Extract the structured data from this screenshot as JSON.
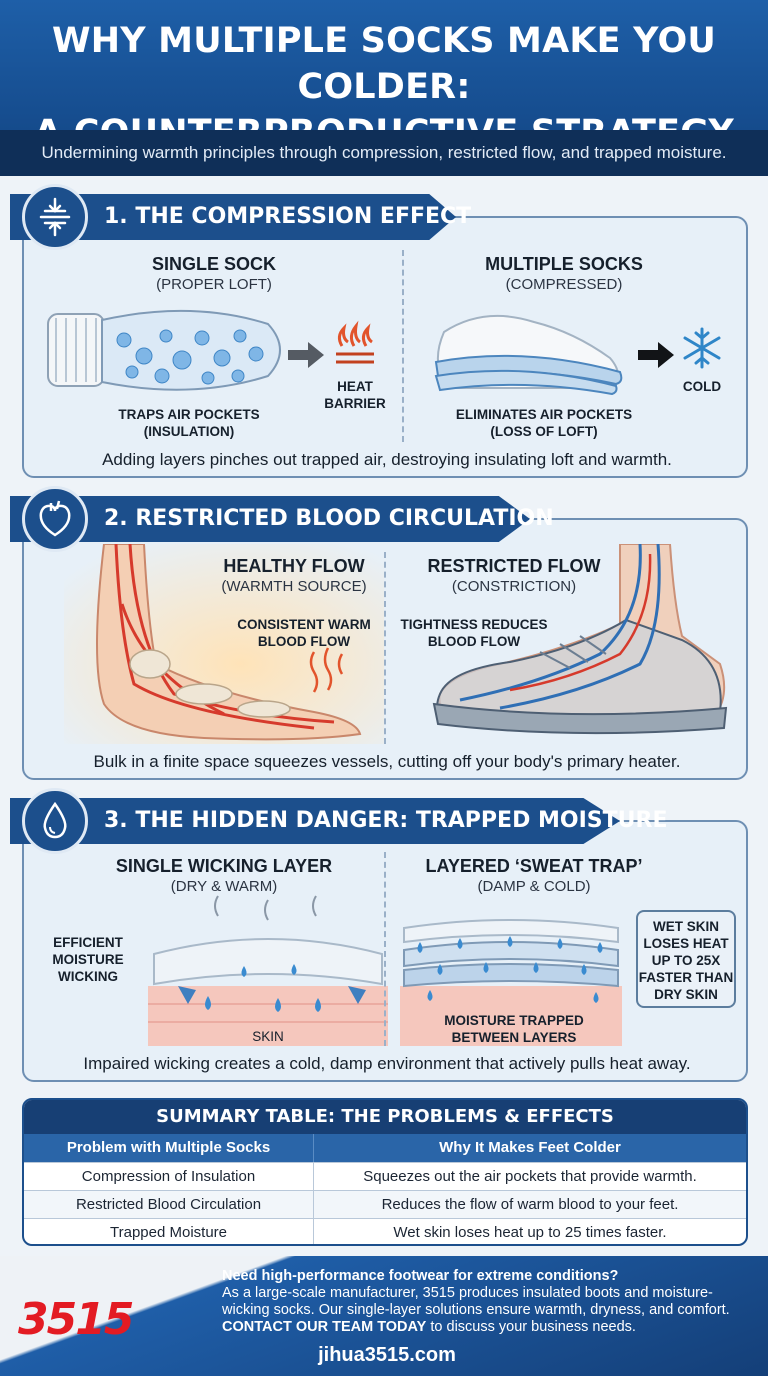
{
  "header": {
    "title_line1": "WHY MULTIPLE SOCKS MAKE YOU COLDER:",
    "title_line2": "A COUNTERPRODUCTIVE STRATEGY",
    "subtitle": "Undermining warmth principles through compression, restricted flow, and trapped moisture."
  },
  "section1": {
    "title": "1. THE COMPRESSION EFFECT",
    "icon": "compression-icon",
    "left_title": "SINGLE SOCK",
    "left_sub": "(PROPER LOFT)",
    "left_label_1": "TRAPS AIR POCKETS",
    "left_label_2": "(INSULATION)",
    "heat_label_1": "HEAT",
    "heat_label_2": "BARRIER",
    "right_title": "MULTIPLE SOCKS",
    "right_sub": "(COMPRESSED)",
    "right_label_1": "ELIMINATES AIR POCKETS",
    "right_label_2": "(LOSS OF LOFT)",
    "cold_label": "COLD",
    "caption": "Adding layers pinches out trapped air, destroying insulating loft and warmth."
  },
  "section2": {
    "title": "2. RESTRICTED BLOOD CIRCULATION",
    "icon": "heart-icon",
    "left_title": "HEALTHY FLOW",
    "left_sub": "(WARMTH SOURCE)",
    "left_label_1": "CONSISTENT WARM",
    "left_label_2": "BLOOD FLOW",
    "right_title": "RESTRICTED FLOW",
    "right_sub": "(CONSTRICTION)",
    "right_label_1": "TIGHTNESS REDUCES",
    "right_label_2": "BLOOD FLOW",
    "caption": "Bulk in a finite space squeezes vessels, cutting off your body's primary heater."
  },
  "section3": {
    "title": "3. THE HIDDEN DANGER: TRAPPED MOISTURE",
    "icon": "water-drop-icon",
    "left_title": "SINGLE WICKING LAYER",
    "left_sub": "(DRY & WARM)",
    "wicking_1": "EFFICIENT",
    "wicking_2": "MOISTURE",
    "wicking_3": "WICKING",
    "skin_label": "SKIN",
    "right_title": "LAYERED ‘SWEAT TRAP’",
    "right_sub": "(DAMP & COLD)",
    "trapped_1": "MOISTURE TRAPPED",
    "trapped_2": "BETWEEN LAYERS",
    "callout_1": "WET SKIN",
    "callout_2": "LOSES HEAT",
    "callout_3": "UP TO 25X",
    "callout_4": "FASTER THAN",
    "callout_5": "DRY SKIN",
    "caption": "Impaired wicking creates a cold, damp environment that actively pulls heat away."
  },
  "summary": {
    "title": "SUMMARY TABLE: THE PROBLEMS & EFFECTS",
    "columns": [
      "Problem with Multiple Socks",
      "Why It Makes Feet Colder"
    ],
    "rows": [
      [
        "Compression of Insulation",
        "Squeezes out the air pockets that provide warmth."
      ],
      [
        "Restricted Blood Circulation",
        "Reduces the flow of warm blood to your feet."
      ],
      [
        "Trapped Moisture",
        "Wet skin loses heat up to 25 times faster."
      ]
    ]
  },
  "footer": {
    "logo": "3515",
    "question": "Need high-performance footwear for extreme conditions?",
    "body": "As a large-scale manufacturer, 3515 produces insulated boots and moisture-wicking socks. Our single-layer solutions ensure warmth, dryness, and comfort.",
    "cta": "CONTACT OUR TEAM TODAY",
    "cta_tail": "to discuss your business needs.",
    "url": "jihua3515.com"
  },
  "colors": {
    "navy": "#1c4f8c",
    "dark_navy": "#0f2f58",
    "card_bg": "#e7f0f8",
    "brand_red": "#e31b23",
    "warm_red": "#d9412f",
    "ice_blue": "#2f86c8"
  }
}
